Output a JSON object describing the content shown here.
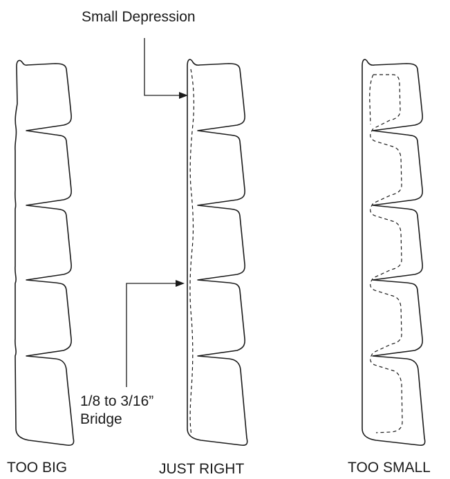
{
  "annotations": {
    "small_depression": "Small Depression",
    "bridge_line1": "1/8 to 3/16”",
    "bridge_line2": "Bridge"
  },
  "panels": [
    {
      "id": "too-big",
      "label": "TOO BIG"
    },
    {
      "id": "just-right",
      "label": "JUST RIGHT"
    },
    {
      "id": "too-small",
      "label": "TOO SMALL"
    }
  ]
}
